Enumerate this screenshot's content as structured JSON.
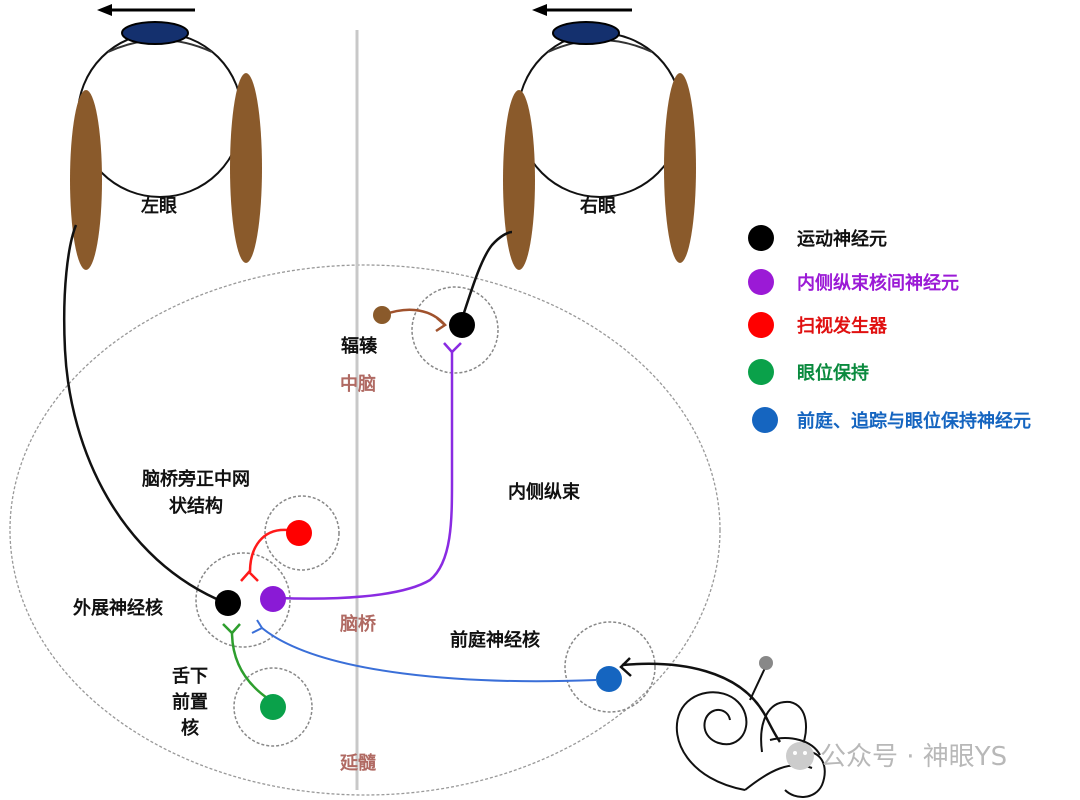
{
  "eyes": {
    "left": "左眼",
    "right": "右眼"
  },
  "labels": {
    "riMLF": "辐辏",
    "pprf_line1": "脑桥旁正中网",
    "pprf_line2": "状结构",
    "mlf": "内侧纵束",
    "abducens": "外展神经核",
    "prepositus_line1": "舌下",
    "prepositus_line2": "前置",
    "prepositus_line3": "核",
    "vestibular": "前庭神经核"
  },
  "regions": {
    "midbrain": "中脑",
    "pons": "脑桥",
    "medulla": "延髓"
  },
  "legend": [
    {
      "label": "运动神经元",
      "color": "#000000"
    },
    {
      "label": "内侧纵束核间神经元",
      "color": "#9b1ad6"
    },
    {
      "label": "扫视发生器",
      "color": "#ff0000"
    },
    {
      "label": "眼位保持",
      "color": "#0aa14a"
    },
    {
      "label": "前庭、追踪与眼位保持神经元",
      "color": "#1565c0"
    }
  ],
  "colors": {
    "motor": "#000000",
    "mlf": "#8a2be2",
    "saccade": "#ff1a1a",
    "gaze": "#2e9e2e",
    "vestibular": "#3a6fd8",
    "muscle": "#8a5a2b",
    "iris": "#14306e",
    "region": "#b06a63"
  },
  "watermark": "公众号 · 神眼YS"
}
